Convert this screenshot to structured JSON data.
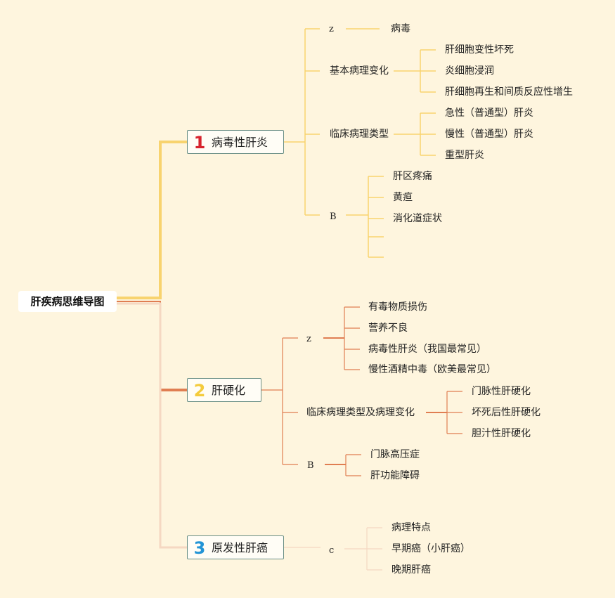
{
  "root": "肝疾病思维导图",
  "branches": [
    {
      "num": "1",
      "num_color": "#d7222d",
      "label": "病毒性肝炎",
      "children": [
        {
          "label": "z",
          "children": [
            "病毒"
          ]
        },
        {
          "label": "基本病理变化",
          "children": [
            "肝细胞变性坏死",
            "炎细胞浸润",
            "肝细胞再生和间质反应性增生"
          ]
        },
        {
          "label": "临床病理类型",
          "children": [
            "急性（普通型）肝炎",
            "慢性（普通型）肝炎",
            "重型肝炎"
          ]
        },
        {
          "label": "B",
          "children": [
            "肝区疼痛",
            "黄疸",
            "消化道症状",
            "",
            ""
          ]
        }
      ]
    },
    {
      "num": "2",
      "num_color": "#f4cb3c",
      "label": "肝硬化",
      "children": [
        {
          "label": "z",
          "children": [
            "有毒物质损伤",
            "营养不良",
            "病毒性肝炎（我国最常见）",
            "慢性酒精中毒（欧美最常见）"
          ]
        },
        {
          "label": "临床病理类型及病理变化",
          "children": [
            "门脉性肝硬化",
            "坏死后性肝硬化",
            "胆汁性肝硬化"
          ]
        },
        {
          "label": "B",
          "children": [
            "门脉高压症",
            "肝功能障碍"
          ]
        }
      ]
    },
    {
      "num": "3",
      "num_color": "#2294d6",
      "label": "原发性肝癌",
      "children": [
        {
          "label": "c",
          "children": [
            "病理特点",
            "早期癌（小肝癌）",
            "晚期肝癌"
          ]
        }
      ]
    }
  ],
  "colors": {
    "background": "#fef5de",
    "branch1": "#f8d36e",
    "branch2": "#e07e52",
    "branch3": "#f5d8c2",
    "node_border": "#6a8f86"
  }
}
